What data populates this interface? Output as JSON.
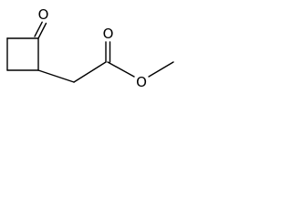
{
  "molecule": {
    "atom_labels": {
      "ketone_oxygen": "O",
      "carbonyl_oxygen": "O",
      "ester_oxygen": "O"
    }
  }
}
